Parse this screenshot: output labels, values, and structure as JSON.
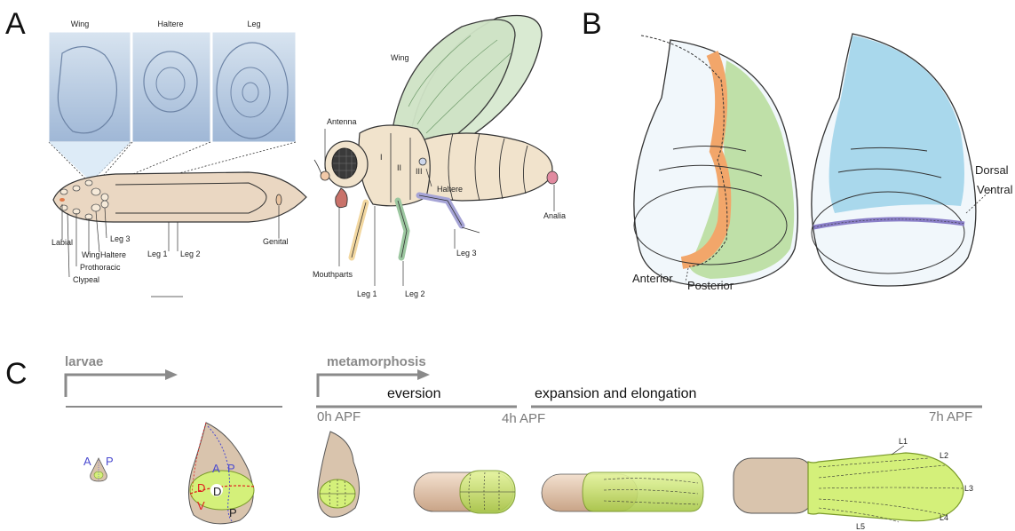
{
  "panels": {
    "a": "A",
    "b": "B",
    "c": "C"
  },
  "panel_a": {
    "micrograph_titles": [
      "Wing",
      "Haltere",
      "Leg"
    ],
    "larva_labels": {
      "labial": "Labial",
      "clypeal": "Clypeal",
      "prothoracic": "Prothoracic",
      "wing": "Wing",
      "haltere": "Haltere",
      "leg3": "Leg 3",
      "leg1": "Leg 1",
      "leg2": "Leg 2",
      "genital": "Genital"
    },
    "adult_labels": {
      "wing": "Wing",
      "antenna": "Antenna",
      "haltere": "Haltere",
      "analia": "Analia",
      "mouthparts": "Mouthparts",
      "leg1": "Leg 1",
      "leg2": "Leg 2",
      "leg3": "Leg 3",
      "seg1": "I",
      "seg2": "II",
      "seg3": "III"
    }
  },
  "panel_b": {
    "anterior": "Anterior",
    "posterior": "Posterior",
    "dorsal": "Dorsal",
    "ventral": "Ventral"
  },
  "panel_c": {
    "larvae": "larvae",
    "metamorphosis": "metamorphosis",
    "eversion": "eversion",
    "expansion": "expansion and elongation",
    "t0": "0h APF",
    "t4": "4h APF",
    "t7": "7h APF",
    "small_a": "A",
    "small_p": "P",
    "disc_a": "A",
    "disc_p": "P",
    "disc_d_red": "D",
    "disc_v_red": "V",
    "disc_d_black": "D",
    "disc_p_black": "P",
    "veins": [
      "L1",
      "L2",
      "L3",
      "L4",
      "L5"
    ]
  },
  "colors": {
    "disc_tan": "#d9c4ad",
    "wing_green": "#d4f07a",
    "green_outline": "#7a9a2a",
    "orange": "#f2a66a",
    "light_blue": "#a9d8ec",
    "b_green": "#bfe0a8",
    "grey_text": "#7a7a7a"
  }
}
